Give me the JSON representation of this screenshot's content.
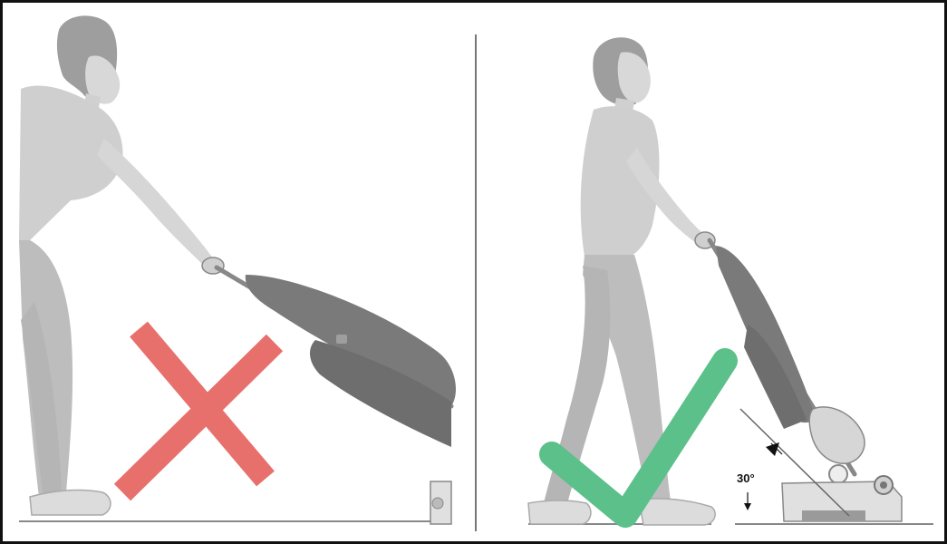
{
  "panels": [
    {
      "id": "incorrect",
      "verdict": "incorrect",
      "mark": "cross-icon"
    },
    {
      "id": "correct",
      "verdict": "correct",
      "mark": "check-icon",
      "angle_label": "30°"
    }
  ],
  "colors": {
    "cross": "#e8706c",
    "check": "#5cc08a",
    "figure_light": "#cfcfcf",
    "figure_mid": "#bdbdbd",
    "machine_dark": "#7a7a7a",
    "ground": "#888888"
  }
}
